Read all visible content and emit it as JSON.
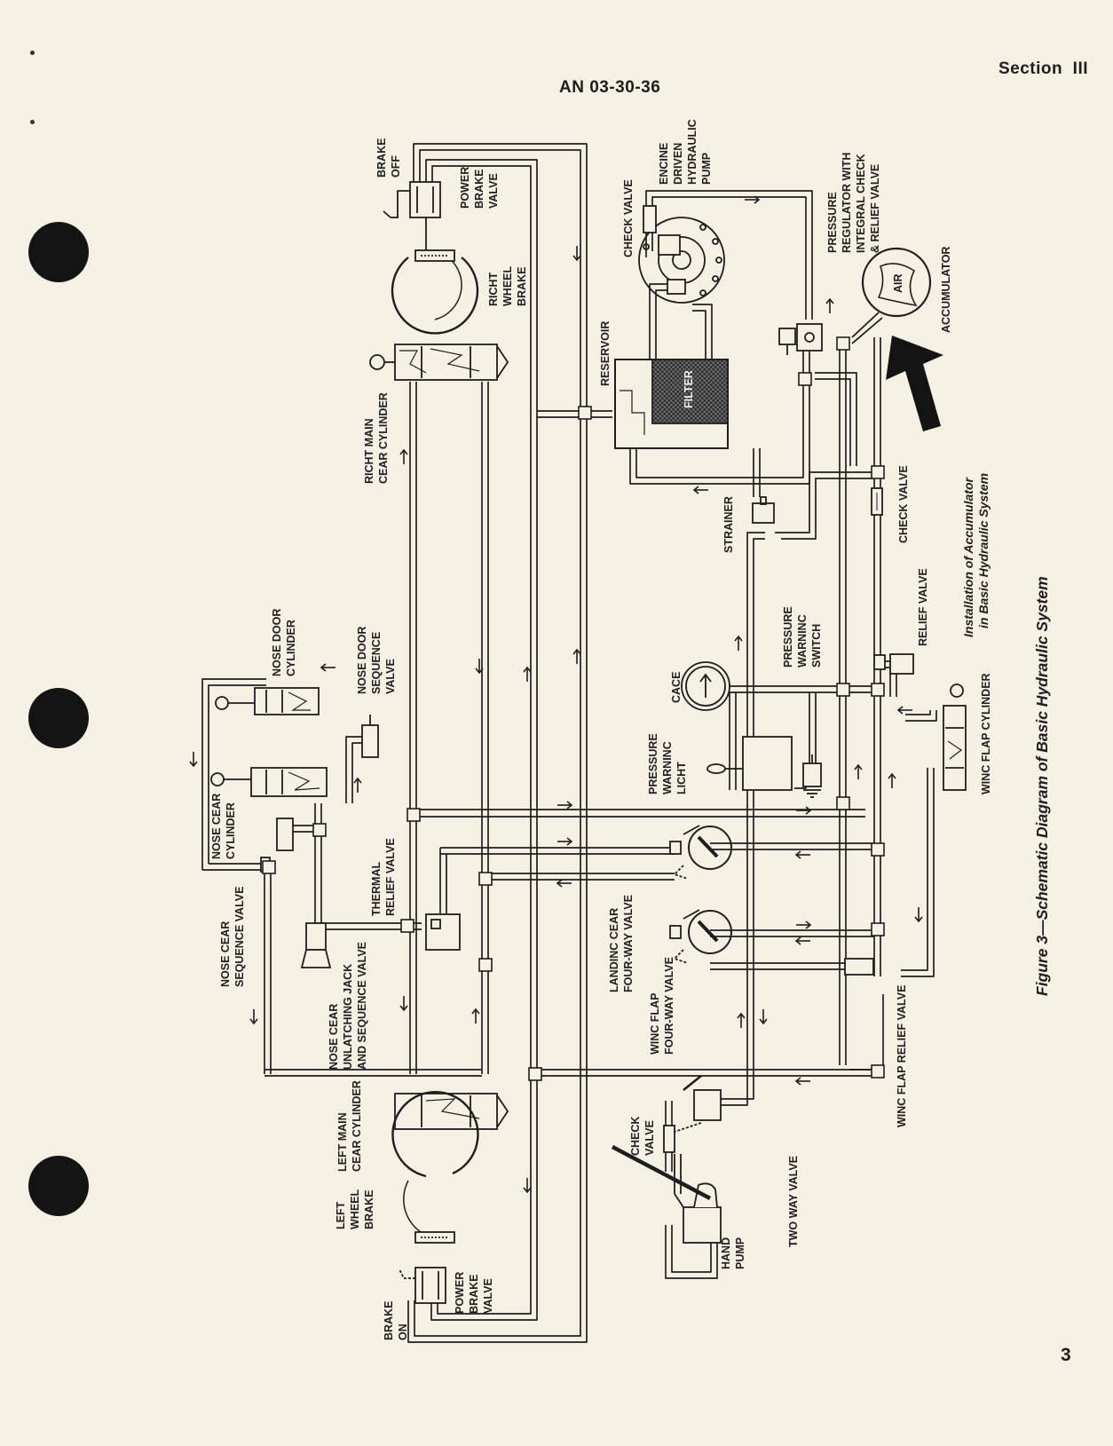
{
  "header": {
    "doc_number": "AN 03-30-36",
    "section": "Section  III",
    "page_number": "3"
  },
  "figure": {
    "caption": "Figure 3—Schematic Diagram of Basic Hydraulic System",
    "inset_caption_line1": "Installation of Accumulator",
    "inset_caption_line2": "in Basic Hydraulic System"
  },
  "labels": {
    "brake_off": [
      "BRAKE",
      "OFF"
    ],
    "power_brake_valve_top": [
      "POWER",
      "BRAKE",
      "VALVE"
    ],
    "right_wheel_brake": [
      "RICHT",
      "WHEEL",
      "BRAKE"
    ],
    "check_valve_top": [
      "CHECK VALVE"
    ],
    "engine_pump": [
      "ENCINE",
      "DRIVEN",
      "HYDRAULIC",
      "PUMP"
    ],
    "pressure_regulator": [
      "PRESSURE",
      "REGULATOR WITH",
      "INTEGRAL CHECK",
      "& RELIEF VALVE"
    ],
    "accumulator": [
      "ACCUMULATOR"
    ],
    "air": [
      "AIR"
    ],
    "filter": [
      "FILTER"
    ],
    "reservoir": [
      "RESERVOIR"
    ],
    "right_main_gear_cylinder": [
      "RICHT MAIN",
      "CEAR CYLINDER"
    ],
    "strainer": [
      "STRAINER"
    ],
    "check_valve_right": [
      "CHECK VALVE"
    ],
    "relief_valve": [
      "RELIEF VALVE"
    ],
    "gage": [
      "CACE"
    ],
    "pressure_warning_switch": [
      "PRESSURE",
      "WARNINC",
      "SWITCH"
    ],
    "pressure_warning_light": [
      "PRESSURE",
      "WARNINC",
      "LICHT"
    ],
    "wing_flap_cylinder": [
      "WINC FLAP CYLINDER"
    ],
    "nose_door_cylinder": [
      "NOSE  DOOR",
      "CYLINDER"
    ],
    "nose_door_sequence_valve": [
      "NOSE DOOR",
      "SEQUENCE",
      "VALVE"
    ],
    "nose_gear_cylinder": [
      "NOSE CEAR",
      "CYLINDER"
    ],
    "nose_gear_sequence_valve": [
      "NOSE CEAR",
      "SEQUENCE VALVE"
    ],
    "thermal_relief_valve": [
      "THERMAL",
      "RELIEF VALVE"
    ],
    "nose_gear_unlatching_jack": [
      "NOSE CEAR",
      "UNLATCHING JACK",
      "AND SEQUENCE VALVE"
    ],
    "landing_gear_four_way_valve": [
      "LANDINC CEAR",
      "FOUR-WAY VALVE"
    ],
    "wing_flap_four_way_valve": [
      "WINC FLAP",
      "FOUR-WAY VALVE"
    ],
    "wing_flap_relief_valve": [
      "WINC FLAP RELIEF VALVE"
    ],
    "left_main_gear_cylinder": [
      "LEFT MAIN",
      "CEAR CYLINDER"
    ],
    "check_valve_bottom": [
      "CHECK",
      "VALVE"
    ],
    "two_way_valve": [
      "TWO WAY VALVE"
    ],
    "left_wheel_brake": [
      "LEFT",
      "WHEEL",
      "BRAKE"
    ],
    "power_brake_valve_bottom": [
      "POWER",
      "BRAKE",
      "VALVE"
    ],
    "brake_on": [
      "BRAKE",
      "ON"
    ],
    "hand_pump": [
      "HAND",
      "PUMP"
    ]
  },
  "colors": {
    "paper": "#f4f0e4",
    "ink": "#1e1e1e",
    "filter_fill": "#3a3a3a",
    "hole": "#141414"
  }
}
